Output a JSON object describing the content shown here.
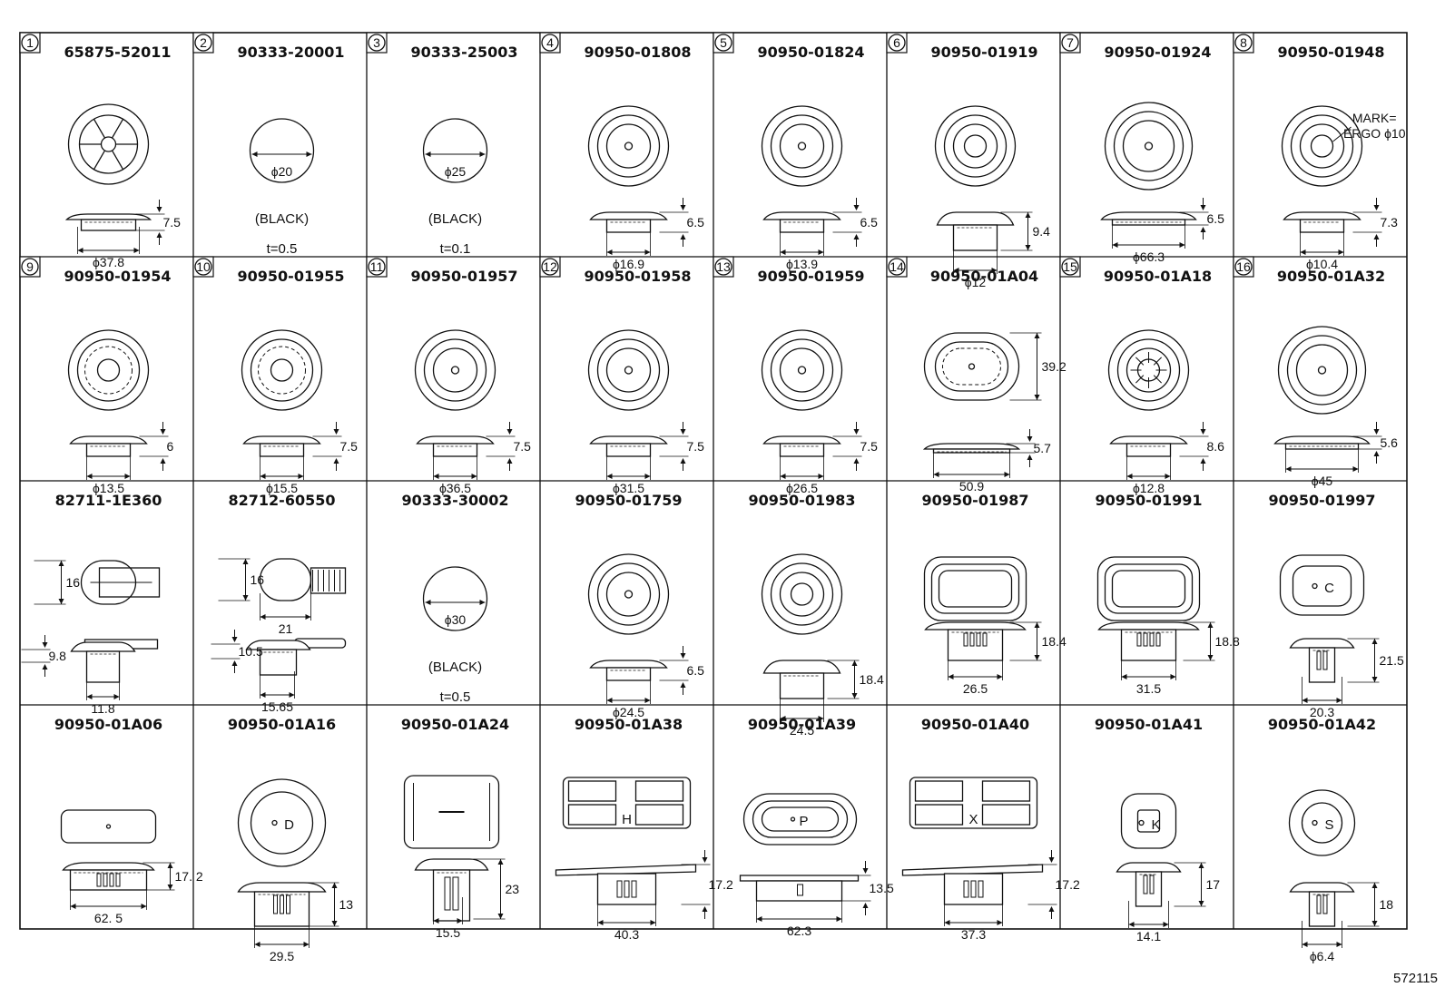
{
  "diagram_number": "572115",
  "cells": [
    {
      "num": "1",
      "part": "65875-52011",
      "kind": "grommet-spoke",
      "dims": [
        "7.5",
        "ϕ37.8"
      ]
    },
    {
      "num": "2",
      "part": "90333-20001",
      "kind": "tape",
      "dims": [
        "ϕ20"
      ],
      "note": "(BLACK)",
      "thick": "t=0.5"
    },
    {
      "num": "3",
      "part": "90333-25003",
      "kind": "tape",
      "dims": [
        "ϕ25"
      ],
      "note": "(BLACK)",
      "thick": "t=0.1"
    },
    {
      "num": "4",
      "part": "90950-01808",
      "kind": "plug-rings",
      "dims": [
        "6.5",
        "ϕ16.9"
      ]
    },
    {
      "num": "5",
      "part": "90950-01824",
      "kind": "plug-rings",
      "dims": [
        "6.5",
        "ϕ13.9"
      ]
    },
    {
      "num": "6",
      "part": "90950-01919",
      "kind": "plug-tall",
      "dims": [
        "9.4",
        "ϕ12"
      ]
    },
    {
      "num": "7",
      "part": "90950-01924",
      "kind": "plug-flat",
      "dims": [
        "6.5",
        "ϕ66.3"
      ]
    },
    {
      "num": "8",
      "part": "90950-01948",
      "kind": "plug-mark",
      "dims": [
        "7.3",
        "ϕ10.4"
      ],
      "mark": [
        "MARK=",
        "ERGO ϕ10"
      ]
    },
    {
      "num": "9",
      "part": "90950-01954",
      "kind": "plug-dashed",
      "dims": [
        "6",
        "ϕ13.5"
      ]
    },
    {
      "num": "10",
      "part": "90950-01955",
      "kind": "plug-dashed",
      "dims": [
        "7.5",
        "ϕ15.5"
      ]
    },
    {
      "num": "11",
      "part": "90950-01957",
      "kind": "plug-rings",
      "dims": [
        "7.5",
        "ϕ36.5"
      ]
    },
    {
      "num": "12",
      "part": "90950-01958",
      "kind": "plug-rings",
      "dims": [
        "7.5",
        "ϕ31.5"
      ]
    },
    {
      "num": "13",
      "part": "90950-01959",
      "kind": "plug-rings",
      "dims": [
        "7.5",
        "ϕ26.5"
      ]
    },
    {
      "num": "14",
      "part": "90950-01A04",
      "kind": "plug-oval",
      "dims": [
        "39.2",
        "5.7",
        "50.9"
      ]
    },
    {
      "num": "15",
      "part": "90950-01A18",
      "kind": "plug-star",
      "dims": [
        "8.6",
        "ϕ12.8"
      ]
    },
    {
      "num": "16",
      "part": "90950-01A32",
      "kind": "plug-flat",
      "dims": [
        "5.6",
        "ϕ45"
      ]
    },
    {
      "num": "",
      "part": "82711-1E360",
      "kind": "clip-a",
      "dims": [
        "16",
        "9.8",
        "11.8"
      ]
    },
    {
      "num": "",
      "part": "82712-60550",
      "kind": "clip-b",
      "dims": [
        "16",
        "21",
        "10.5",
        "15.65"
      ]
    },
    {
      "num": "",
      "part": "90333-30002",
      "kind": "tape",
      "dims": [
        "ϕ30"
      ],
      "note": "(BLACK)",
      "thick": "t=0.5"
    },
    {
      "num": "",
      "part": "90950-01759",
      "kind": "plug-rings",
      "dims": [
        "6.5",
        "ϕ24.5"
      ]
    },
    {
      "num": "",
      "part": "90950-01983",
      "kind": "plug-deep",
      "dims": [
        "18.4",
        "24.5"
      ]
    },
    {
      "num": "",
      "part": "90950-01987",
      "kind": "plug-rect",
      "dims": [
        "18.4",
        "26.5"
      ]
    },
    {
      "num": "",
      "part": "90950-01991",
      "kind": "plug-rect",
      "dims": [
        "18.8",
        "31.5"
      ]
    },
    {
      "num": "",
      "part": "90950-01997",
      "kind": "plug-letter",
      "dims": [
        "21.5",
        "20.3"
      ],
      "letter": "C"
    },
    {
      "num": "",
      "part": "90950-01A06",
      "kind": "plug-long",
      "dims": [
        "17. 2",
        "62. 5"
      ]
    },
    {
      "num": "",
      "part": "90950-01A16",
      "kind": "plug-letter-round",
      "dims": [
        "13",
        "29.5"
      ],
      "letter": "D"
    },
    {
      "num": "",
      "part": "90950-01A24",
      "kind": "plug-square",
      "dims": [
        "23",
        "15.5"
      ]
    },
    {
      "num": "",
      "part": "90950-01A38",
      "kind": "plug-panel",
      "dims": [
        "17.2",
        "40.3"
      ],
      "letter": "H"
    },
    {
      "num": "",
      "part": "90950-01A39",
      "kind": "plug-pill",
      "dims": [
        "13.5",
        "62.3"
      ],
      "letter": "P"
    },
    {
      "num": "",
      "part": "90950-01A40",
      "kind": "plug-panel",
      "dims": [
        "17.2",
        "37.3"
      ],
      "letter": "X"
    },
    {
      "num": "",
      "part": "90950-01A41",
      "kind": "plug-letter",
      "dims": [
        "17",
        "14.1"
      ],
      "letter": "K"
    },
    {
      "num": "",
      "part": "90950-01A42",
      "kind": "plug-letter-round",
      "dims": [
        "18",
        "ϕ6.4"
      ],
      "letter": "S"
    }
  ]
}
